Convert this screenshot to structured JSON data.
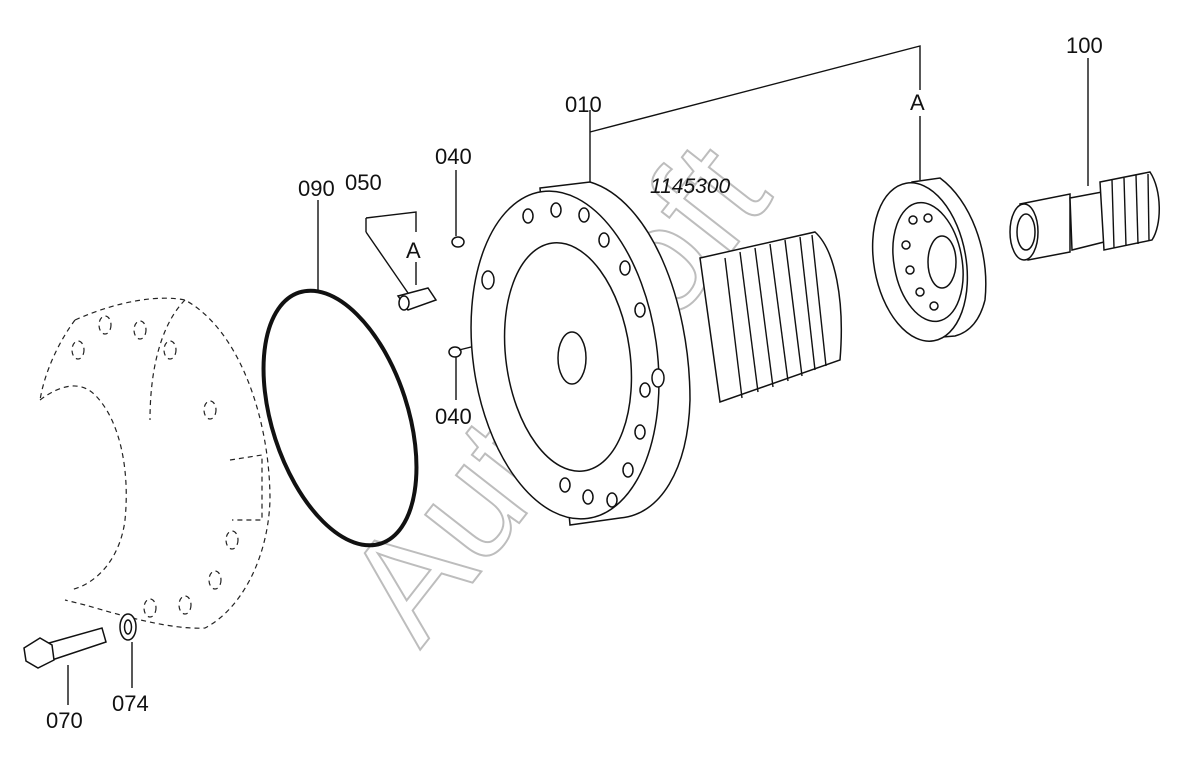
{
  "diagram": {
    "watermark": "AutoSoft",
    "part_number": "1145300",
    "callouts": {
      "p010": "010",
      "p040_top": "040",
      "p040_bottom": "040",
      "p050": "050",
      "p070": "070",
      "p074": "074",
      "p090": "090",
      "p100": "100",
      "ref_a_left": "A",
      "ref_a_right": "A"
    }
  }
}
